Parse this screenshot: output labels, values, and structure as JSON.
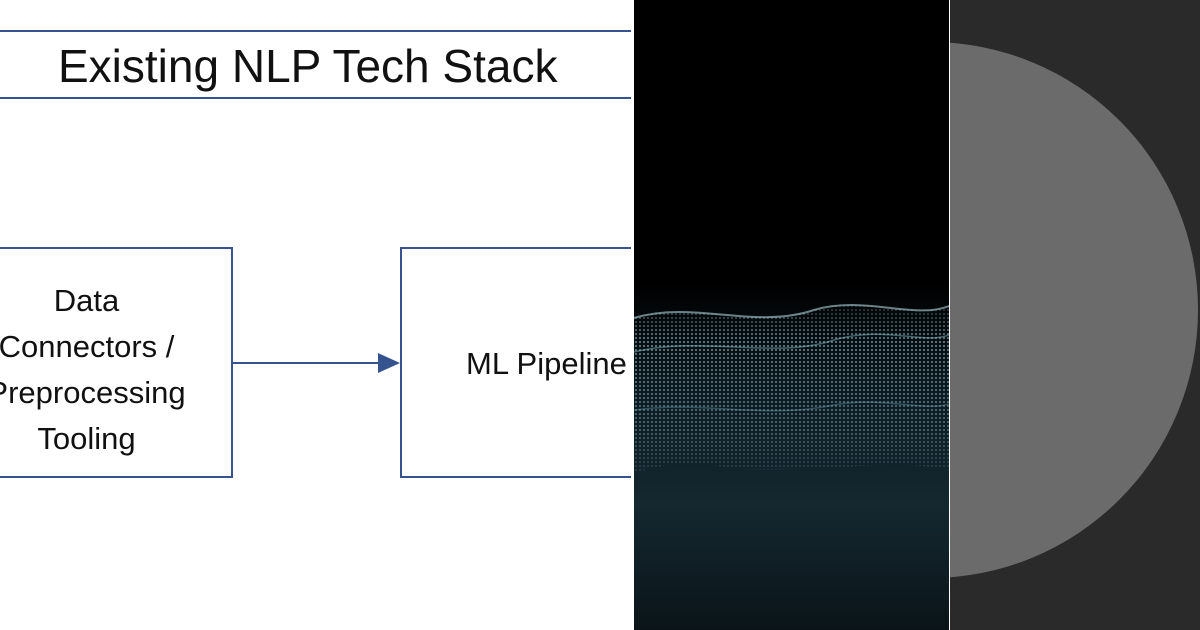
{
  "slide": {
    "title": "Existing NLP Tech Stack",
    "nodes": [
      {
        "lines": [
          "Data",
          "Connectors /",
          "Preprocessing",
          "Tooling"
        ]
      },
      {
        "label": "ML Pipeline"
      }
    ]
  },
  "colors": {
    "rule": "#35538f",
    "box_border": "#35538f",
    "wave_background": "#000000",
    "wave_particles": "#a9d8e3",
    "disc": "#6b6b6b",
    "disc_background": "#2a2a2a"
  }
}
